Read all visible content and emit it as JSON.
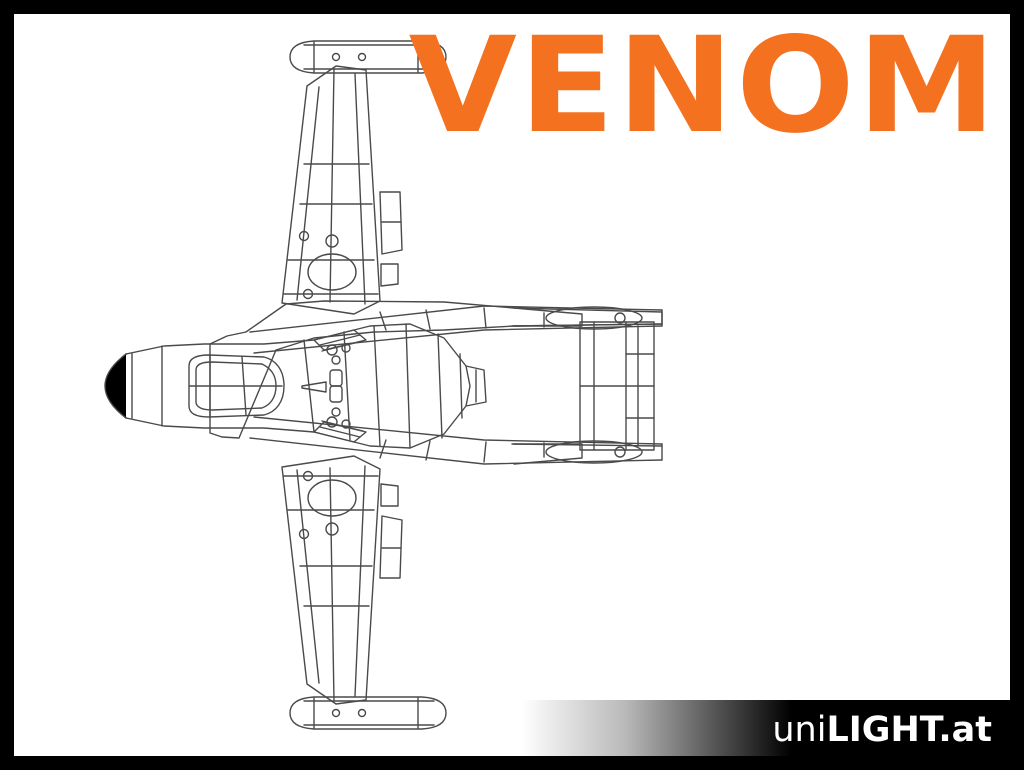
{
  "page": {
    "background_color": "#000000",
    "canvas_color": "#ffffff"
  },
  "title": {
    "text": "VENOM",
    "color": "#f4711f"
  },
  "brand": {
    "prefix": "uni",
    "main": "LIGHT",
    "suffix": ".at",
    "full": "uniLIGHT.at",
    "color": "#ffffff"
  },
  "drawing": {
    "subject": "Venom jet aircraft top-view plan outline",
    "line_color": "#4a4a4a",
    "nose_fill": "#000000",
    "view": "top"
  }
}
